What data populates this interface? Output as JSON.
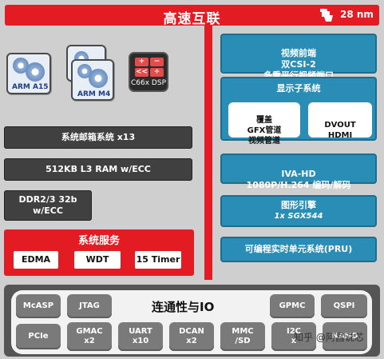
{
  "interconnect": {
    "title": "高速互联",
    "process": "28 nm"
  },
  "cores": {
    "arm_a15": "ARM A15",
    "arm_m4": "ARM M4",
    "dsp": "C66x DSP",
    "dsp_keys": [
      "+",
      "−",
      "<<",
      "÷"
    ]
  },
  "left_blocks": {
    "mailbox": "系统邮箱系统 x13",
    "ram": "512KB L3 RAM w/ECC",
    "ddr": "DDR2/3 32b\nw/ECC"
  },
  "services": {
    "title": "系统服务",
    "items": [
      "EDMA",
      "WDT",
      "15 Timer"
    ]
  },
  "right_blocks": {
    "video_front": "视频前端\n双CSI-2\n多重平行视频端口",
    "display": {
      "title": "显示子系统",
      "left_inner": "覆盖\nGFX管道\n视频管道",
      "right_inner": "DVOUT\nHDMI"
    },
    "iva": "IVA-HD\n1080P/H.264 编码/解码",
    "graphics": {
      "title": "图形引擎",
      "sub": "1x SGX544"
    },
    "pru": "可编程实时单元系统(PRU)"
  },
  "io": {
    "title": "连通性与IO",
    "chips": [
      "McASP",
      "JTAG",
      "GPMC",
      "QSPI",
      "PCIe",
      "GMAC\nx2",
      "UART\nx10",
      "DCAN\nx2",
      "MMC\n/SD",
      "I2C\nx",
      "NAND"
    ]
  },
  "watermark": "知乎 @阿昌说芯",
  "colors": {
    "red": "#e31b23",
    "teal": "#2a8db5",
    "dark": "#404040",
    "chip": "#7a7a7a"
  }
}
